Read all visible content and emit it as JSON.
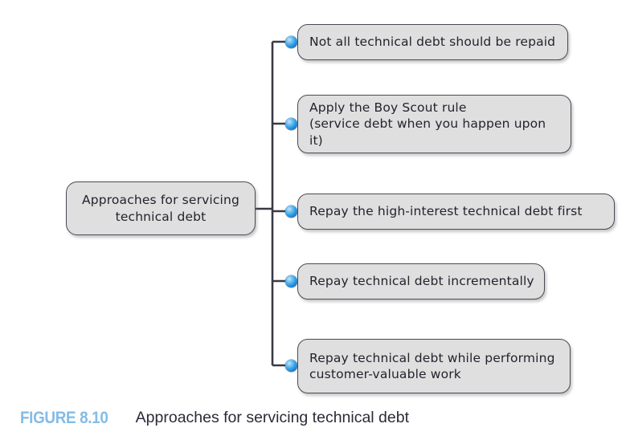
{
  "figure": {
    "number_label": "FIGURE 8.10",
    "caption": "Approaches for servicing technical debt",
    "number_color": "#84bce5",
    "caption_color": "#2b2b38"
  },
  "diagram": {
    "type": "tree",
    "orientation": "left-to-right",
    "node_fill": "#dfdfdf",
    "node_border": "#4a4a55",
    "connector_color": "#3a3a46",
    "connector_dot_color": "#2f9fe0",
    "root": {
      "label": "Approaches for servicing\ntechnical debt"
    },
    "children": [
      {
        "label": "Not all technical debt should be repaid",
        "dot": "connector-dot-icon"
      },
      {
        "label": "Apply the Boy Scout rule\n(service debt when you happen upon it)",
        "dot": "connector-dot-icon"
      },
      {
        "label": "Repay the high-interest technical debt first",
        "dot": "connector-dot-icon"
      },
      {
        "label": "Repay technical debt incrementally",
        "dot": "connector-dot-icon"
      },
      {
        "label": "Repay technical debt while performing\ncustomer-valuable work",
        "dot": "connector-dot-icon"
      }
    ]
  }
}
